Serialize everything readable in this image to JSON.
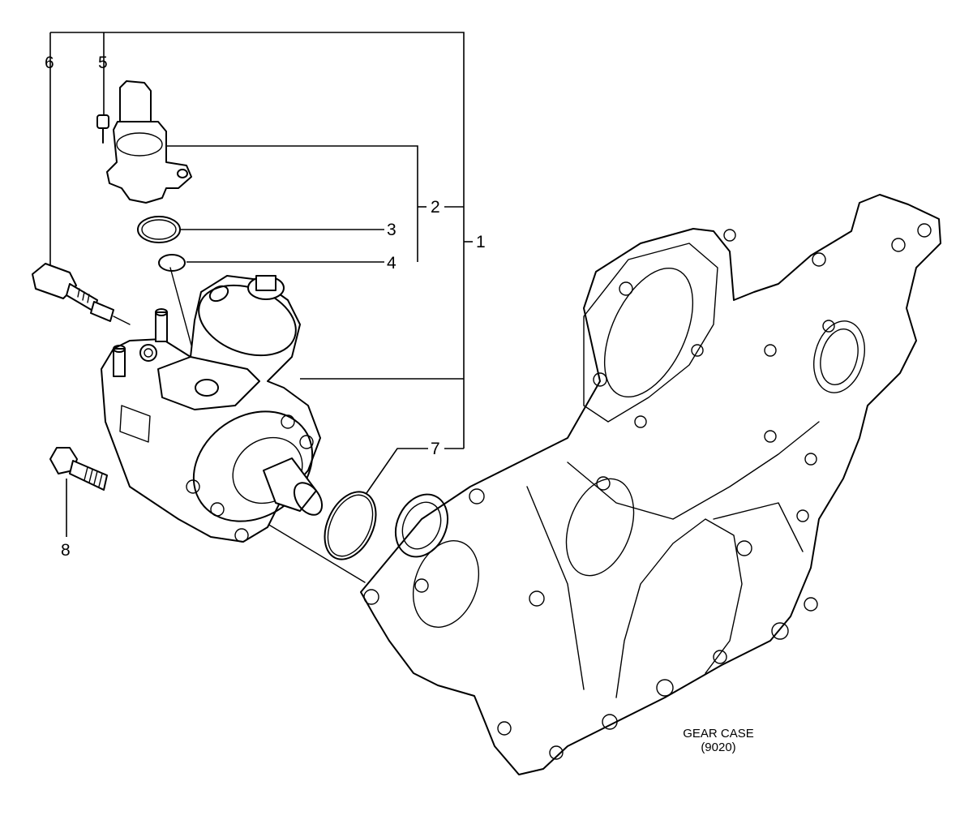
{
  "callouts": [
    {
      "id": "6",
      "label": "6"
    },
    {
      "id": "5",
      "label": "5"
    },
    {
      "id": "2",
      "label": "2"
    },
    {
      "id": "3",
      "label": "3"
    },
    {
      "id": "1",
      "label": "1"
    },
    {
      "id": "4",
      "label": "4"
    },
    {
      "id": "7",
      "label": "7"
    },
    {
      "id": "8",
      "label": "8"
    }
  ],
  "reference": {
    "name": "GEAR CASE",
    "code": "(9020)"
  },
  "colors": {
    "line": "#000000",
    "background": "#ffffff"
  }
}
